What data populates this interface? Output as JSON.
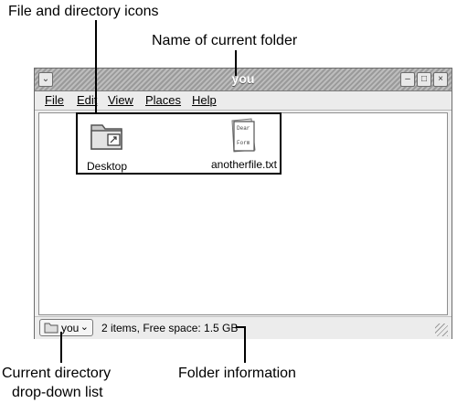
{
  "callouts": {
    "file_icons": "File and directory icons",
    "folder_name": "Name of current folder",
    "dropdown_line1": "Current directory",
    "dropdown_line2": "drop-down list",
    "folder_info": "Folder information"
  },
  "window": {
    "title": "you",
    "buttons": {
      "minimize": "–",
      "maximize": "□",
      "close": "×"
    }
  },
  "menu": [
    "File",
    "Edit",
    "View",
    "Places",
    "Help"
  ],
  "files": [
    {
      "name": "Desktop",
      "icon": "folder-icon"
    },
    {
      "name": "anotherfile.txt",
      "icon": "text-file-icon",
      "preview": "Dear Form"
    }
  ],
  "status": {
    "location": "you",
    "info": "2 items, Free space: 1.5 GB"
  },
  "colors": {
    "titlebar": "#a8a8a8",
    "window_bg": "#efefef",
    "content_bg": "#ffffff"
  }
}
